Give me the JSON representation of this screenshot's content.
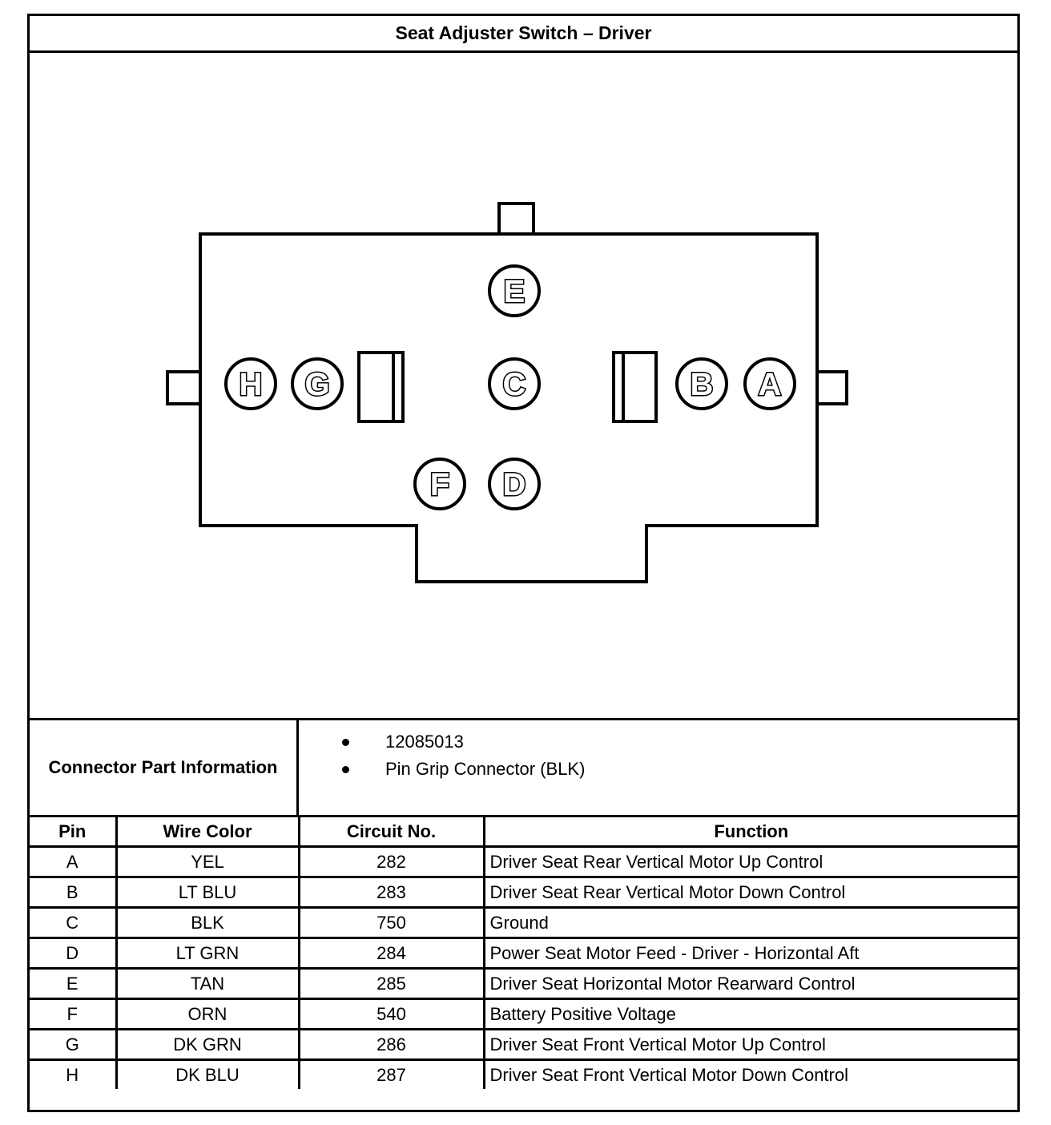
{
  "title": "Seat Adjuster Switch – Driver",
  "connector": {
    "pins": [
      "E",
      "H",
      "G",
      "C",
      "B",
      "A",
      "F",
      "D"
    ]
  },
  "part_info": {
    "label": "Connector Part Information",
    "items": [
      "12085013",
      "Pin Grip Connector (BLK)"
    ]
  },
  "table": {
    "headers": [
      "Pin",
      "Wire Color",
      "Circuit No.",
      "Function"
    ],
    "rows": [
      [
        "A",
        "YEL",
        "282",
        "Driver Seat Rear Vertical Motor Up Control"
      ],
      [
        "B",
        "LT BLU",
        "283",
        "Driver Seat Rear Vertical Motor Down Control"
      ],
      [
        "C",
        "BLK",
        "750",
        "Ground"
      ],
      [
        "D",
        "LT GRN",
        "284",
        "Power Seat Motor Feed - Driver - Horizontal Aft"
      ],
      [
        "E",
        "TAN",
        "285",
        "Driver Seat Horizontal Motor Rearward Control"
      ],
      [
        "F",
        "ORN",
        "540",
        "Battery Positive Voltage"
      ],
      [
        "G",
        "DK GRN",
        "286",
        "Driver Seat Front Vertical Motor Up Control"
      ],
      [
        "H",
        "DK BLU",
        "287",
        "Driver Seat Front Vertical Motor Down Control"
      ]
    ]
  }
}
